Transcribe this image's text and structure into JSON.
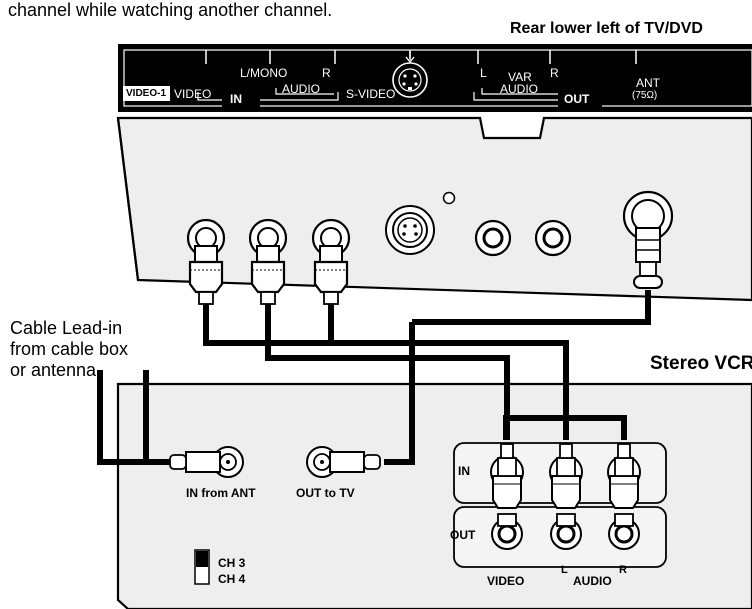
{
  "caption_fragment": "channel while watching another channel.",
  "tv_heading": "Rear lower left of TV/DVD",
  "vcr_heading": "Stereo VCR",
  "cable_note": [
    "Cable Lead-in",
    "from cable box",
    "or antenna"
  ],
  "tv_strip": {
    "video1": "VIDEO-1",
    "video": "VIDEO",
    "lmono": "L/MONO",
    "r": "R",
    "audio": "AUDIO",
    "in": "IN",
    "svideo": "S-VIDEO",
    "l2": "L",
    "var": "VAR",
    "r2": "R",
    "audio2": "AUDIO",
    "out": "OUT",
    "ant": "ANT",
    "ohms": "(75Ω)"
  },
  "vcr": {
    "in_from_ant": "IN from ANT",
    "out_to_tv": "OUT to TV",
    "in": "IN",
    "out": "OUT",
    "ch3": "CH 3",
    "ch4": "CH 4",
    "video": "VIDEO",
    "l": "L",
    "audio": "AUDIO",
    "r": "R"
  }
}
